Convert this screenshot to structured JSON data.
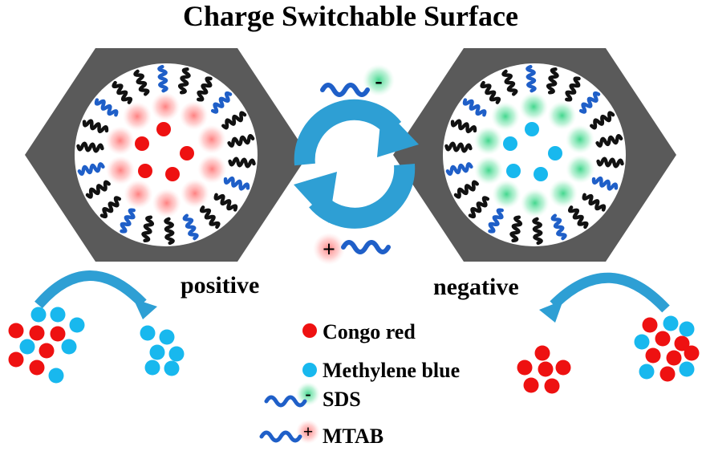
{
  "title": "Charge Switchable Surface",
  "labels": {
    "positive": "positive",
    "negative": "negative"
  },
  "charges": {
    "minus": "-",
    "plus": "+"
  },
  "legend": {
    "congo_red": "Congo red",
    "methylene_blue": "Methylene blue",
    "sds": "SDS",
    "mtab": "MTAB"
  },
  "colors": {
    "congo_red": "#ee1111",
    "methylene_blue": "#18b8ee",
    "hexagon": "#5a5a5a",
    "sds_chain": "#1f5fc8",
    "surfactant_chain": "#111111",
    "cycle_arrow": "#2e9fd4",
    "glow_red": "#ff7a7a",
    "glow_green": "#2fd37e"
  },
  "icons": {
    "cycle": "refresh-cycle-icon",
    "separation_arrow": "curved-arrow-icon"
  }
}
